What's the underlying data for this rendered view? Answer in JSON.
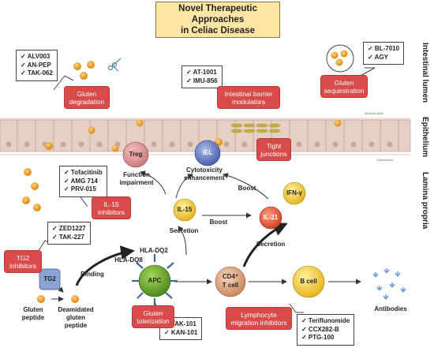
{
  "title": {
    "line1": "Novel Therapeutic Approaches",
    "line2": "in Celiac Disease"
  },
  "side_labels": {
    "lumen": "Intestinal lumen",
    "epithelium": "Epithelium",
    "lamina": "Lamina propria"
  },
  "layer_labels": {
    "mucous": "Mucous layer",
    "submucosa": "Submucosa"
  },
  "boxes": {
    "gluten_degradation": [
      "Gluten",
      "degradation"
    ],
    "barrier": [
      "Intestinal barrier",
      "modulators"
    ],
    "sequestration": [
      "Gluten",
      "sequestration"
    ],
    "tight": [
      "Tight",
      "junctions"
    ],
    "il15_inhib": [
      "IL-15",
      "inhibitors"
    ],
    "tg2_inhib": [
      "TG2",
      "inhibitors"
    ],
    "tolerization": [
      "Gluten",
      "tolerization"
    ],
    "lymph": [
      "Lymphocyte",
      "migration inhibitors"
    ]
  },
  "callouts": {
    "degradation": [
      "✓ ALV003",
      "✓ AN-PEP",
      "✓ TAK-062"
    ],
    "barrier": [
      "✓ AT-1001",
      "✓ IMU-856"
    ],
    "sequestration": [
      "✓ BL-7010",
      "✓ AGY"
    ],
    "il15": [
      "✓ Tofacitinib",
      "✓ AMG 714",
      "✓ PRV-015"
    ],
    "tg2": [
      "✓ ZED1227",
      "✓ TAK-227"
    ],
    "tolerization": [
      "✓ TAK-101",
      "✓ KAN-101"
    ],
    "lymph": [
      "✓ Teriflunomide",
      "✓ CCX282-B",
      "✓ PTG-100"
    ]
  },
  "cells": {
    "treg": "Treg",
    "iel": "IEL",
    "il15": "IL-15",
    "il21": "IL-21",
    "ifn": "IFN-γ",
    "tg2": "TG2",
    "apc": "APC",
    "cd4": "CD4⁺",
    "tcell": "T cell",
    "bcell": "B cell"
  },
  "labels": {
    "function": [
      "Function",
      "impairment"
    ],
    "cytotox": [
      "Cytotoxicity",
      "enhancement"
    ],
    "boost1": "Boost",
    "boost2": "Boost",
    "secretion1": "Secretion",
    "secretion2": "Secretion",
    "hla_dq2": "HLA-DQ2",
    "hla_dq8": "HLA-DQ8",
    "binding": "Binding",
    "gluten_peptide": [
      "Gluten",
      "peptide"
    ],
    "deamidated": [
      "Deamidated",
      "gluten",
      "peptide"
    ],
    "antibodies": "Antibodies"
  },
  "colors": {
    "red_box": "#d94a4a",
    "title_bg": "#fbe6a3",
    "gluten": "#e8961e",
    "epithelium": "#d9bdb2"
  }
}
